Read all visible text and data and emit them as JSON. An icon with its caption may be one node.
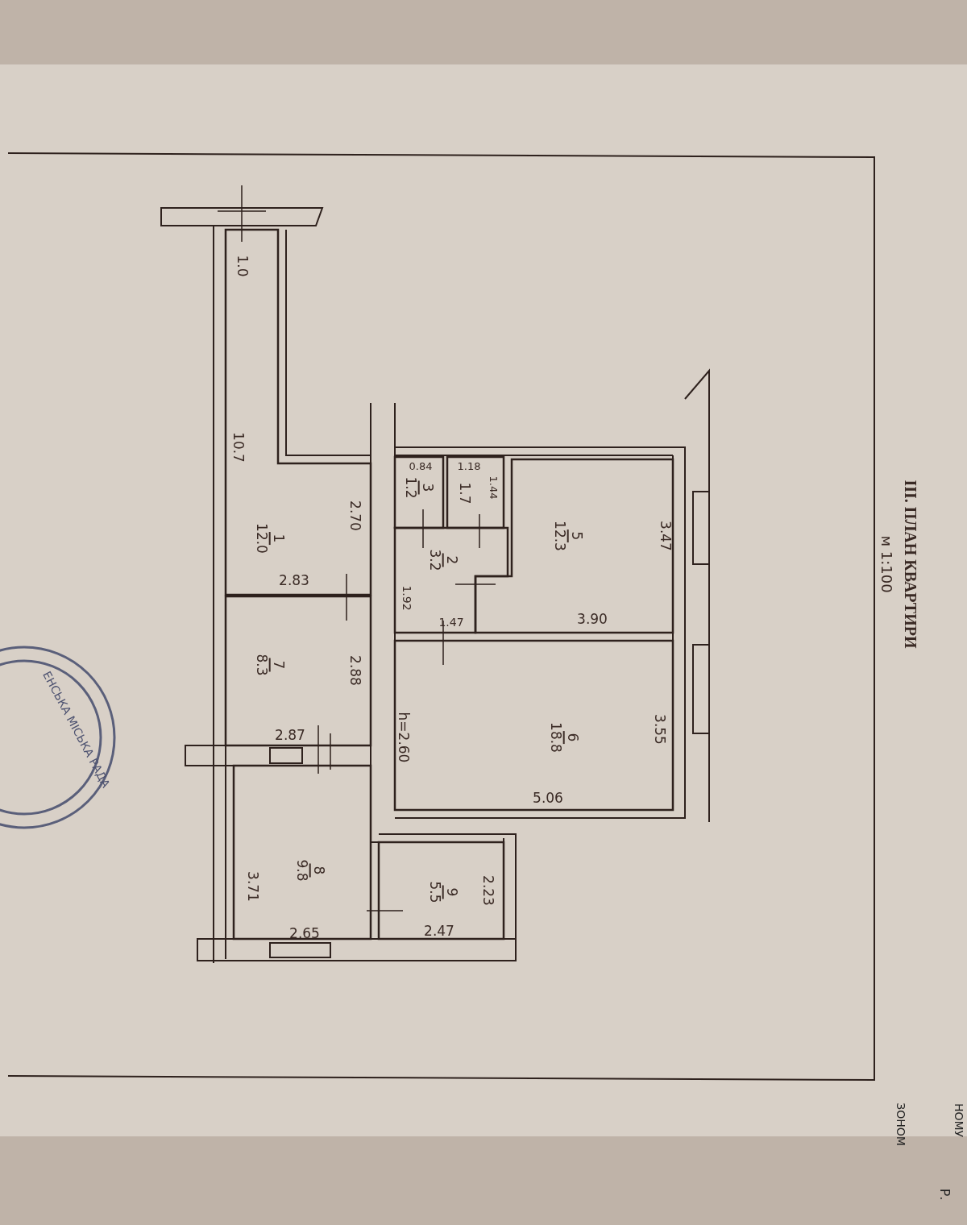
{
  "diagram": {
    "title": "III. ПЛАН КВАРТИРИ",
    "nodes": [
      {
        "text": [
          "1",
          "12.0"
        ]
      },
      {
        "text": [
          "2",
          "3.2"
        ]
      },
      {
        "text": [
          "3",
          "1.2"
        ]
      },
      {
        "text": [
          "1.7"
        ]
      },
      {
        "text": [
          "5",
          "12.3"
        ]
      },
      {
        "text": [
          "6",
          "18.8"
        ]
      },
      {
        "text": [
          "7",
          "8.3"
        ]
      },
      {
        "text": [
          "8",
          "9.8"
        ]
      },
      {
        "text": [
          "9",
          "5.5"
        ]
      }
    ],
    "labels": [
      "м 1:100",
      "1.0",
      "10.7",
      "2.70",
      "2.83",
      "2.88",
      "2.87",
      "3.71",
      "2.65",
      "0.84",
      "1.18",
      "1.44",
      "1.92",
      "1.47",
      "h=2.60",
      "3.47",
      "3.90",
      "3.55",
      "5.06",
      "2.47",
      "2.23",
      "ЕНСЬКА МІСЬКА РАДА",
      "ЗОНОМ",
      "НОМУ",
      "Р."
    ]
  }
}
